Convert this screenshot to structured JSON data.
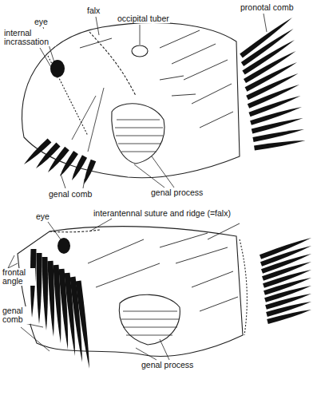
{
  "diagram": {
    "labels": [
      "falx",
      "occipital tuber",
      "pronotal comb",
      "eye",
      "internal incrassation",
      "genal comb",
      "genal process",
      "eye",
      "interantennal suture and ridge (=falx)",
      "frontal angle",
      "genal comb",
      "genal process"
    ]
  }
}
